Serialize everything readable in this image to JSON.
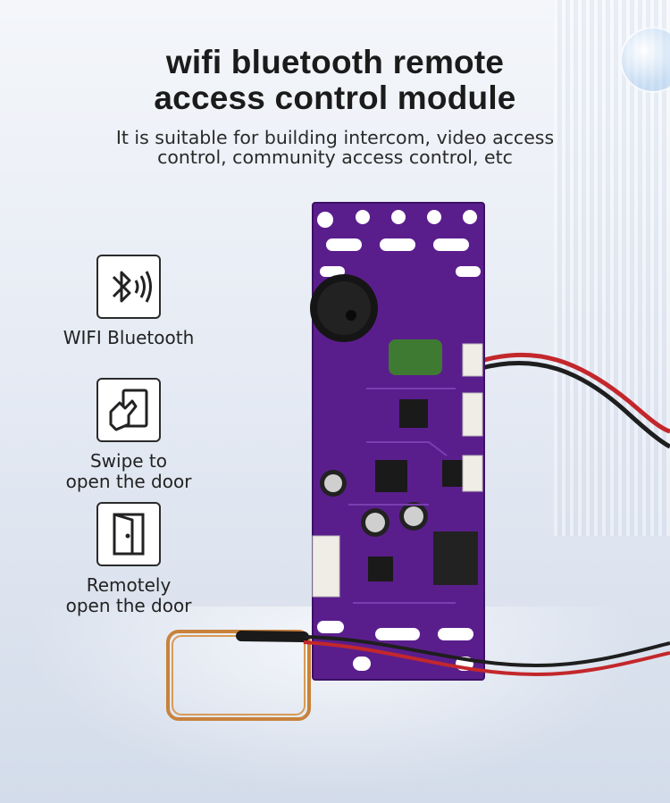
{
  "title_line1": "wifi bluetooth remote",
  "title_line2": "access control module",
  "subtitle_line1": "It is suitable for building intercom, video access",
  "subtitle_line2": "control, community access control, etc",
  "features": [
    {
      "icon": "bluetooth-wifi-icon",
      "label": "WIFI Bluetooth"
    },
    {
      "icon": "swipe-card-icon",
      "label": "Swipe to\nopen the door"
    },
    {
      "icon": "door-icon",
      "label": "Remotely\nopen the door"
    }
  ],
  "colors": {
    "board": "#5a1e8c",
    "copper": "#c8823c",
    "wire_red": "#c3272b"
  }
}
